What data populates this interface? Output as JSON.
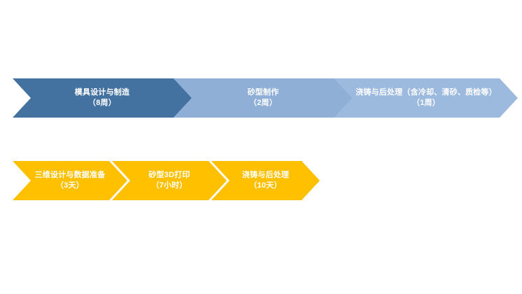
{
  "diagram": {
    "type": "process-flow-comparison",
    "background_color": "#FFFFFF",
    "rows": [
      {
        "id": "traditional",
        "name": "traditional-casting-flow",
        "steps": [
          {
            "id": "mold",
            "title": "模具设计与制造",
            "duration": "（8周）",
            "color": "#4472A0",
            "text_color": "#FFFFFF"
          },
          {
            "id": "sandmold",
            "title": "砂型制作",
            "duration": "（2周）",
            "color": "#8FAFD6",
            "text_color": "#FFFFFF"
          },
          {
            "id": "pour",
            "title": "浇铸与后处理（含冷却、清砂、质检等）",
            "duration": "（1周）",
            "color": "#9CB9DE",
            "text_color": "#FFFFFF"
          }
        ]
      },
      {
        "id": "additive",
        "name": "3d-printing-flow",
        "steps": [
          {
            "id": "design3d",
            "title": "三维设计与数据准备",
            "duration": "（3天）",
            "color": "#FFC000",
            "text_color": "#FFFFFF"
          },
          {
            "id": "print3d",
            "title": "砂型3D打印",
            "duration": "（7小时）",
            "color": "#FFC000",
            "text_color": "#FFFFFF"
          },
          {
            "id": "postproc",
            "title": "浇铸与后处理",
            "duration": "（10天）",
            "color": "#FFC000",
            "text_color": "#FFFFFF"
          }
        ]
      }
    ]
  }
}
